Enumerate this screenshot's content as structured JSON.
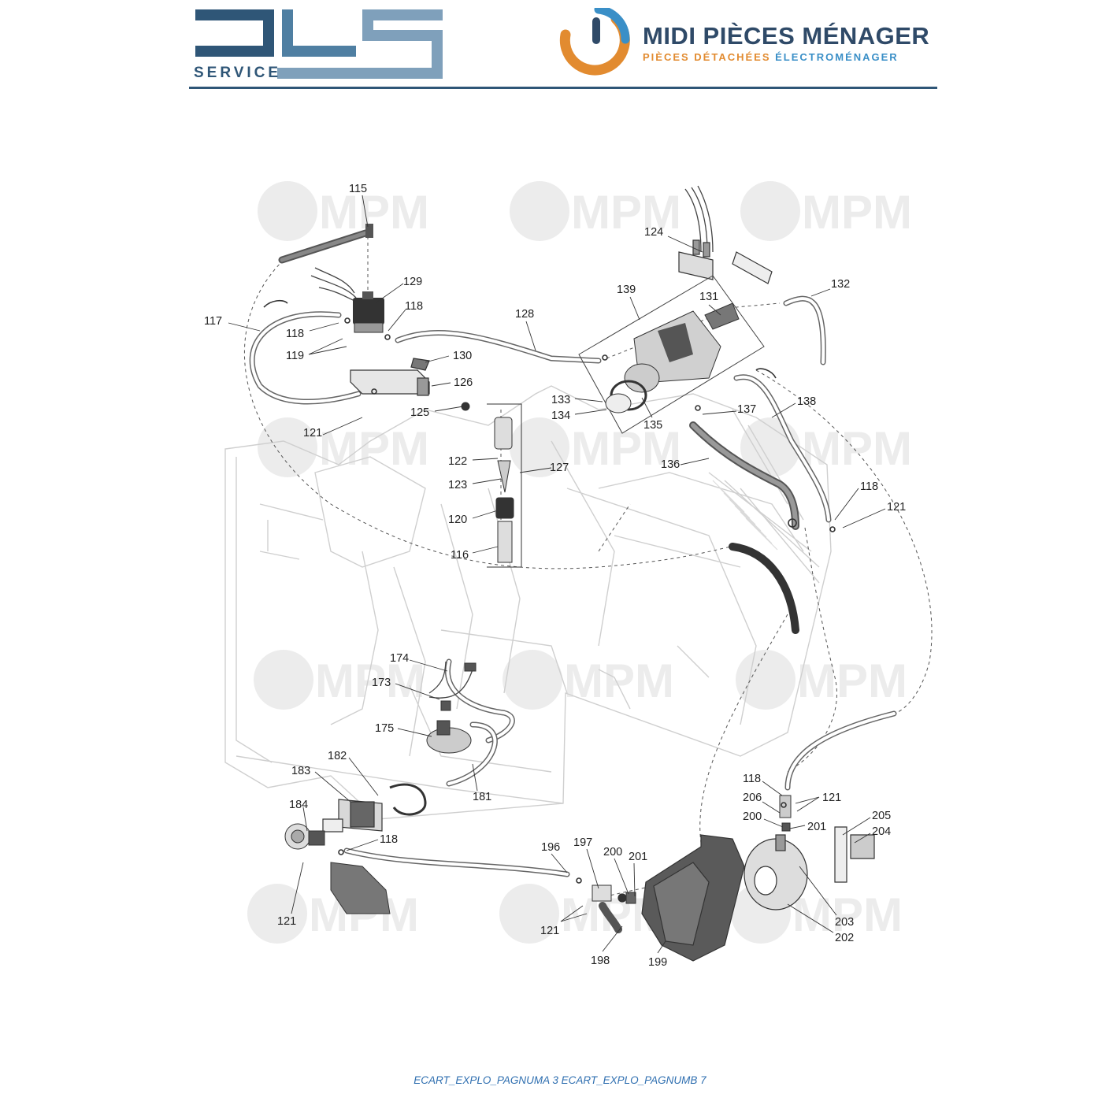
{
  "header": {
    "dls_service": "SERVICE",
    "mpm_title": "MIDI PIÈCES MÉNAGER",
    "mpm_sub_a": "PIÈCES DÉTACHÉES",
    "mpm_sub_b": "ÉLECTROMÉNAGER",
    "watermark": "MPM"
  },
  "colors": {
    "navy": "#2f5677",
    "steel": "#7fa0bb",
    "orange": "#e28b30",
    "blue": "#3a8fc7"
  },
  "callouts": {
    "c115": "115",
    "c129": "129",
    "c118a": "118",
    "c117": "117",
    "c118b": "118",
    "c119": "119",
    "c128": "128",
    "c124": "124",
    "c139": "139",
    "c131": "131",
    "c132": "132",
    "c130": "130",
    "c126": "126",
    "c125": "125",
    "c121a": "121",
    "c133": "133",
    "c134": "134",
    "c135": "135",
    "c137": "137",
    "c138": "138",
    "c122": "122",
    "c127": "127",
    "c123": "123",
    "c136": "136",
    "c118c": "118",
    "c121b": "121",
    "c120": "120",
    "c116": "116",
    "c174": "174",
    "c173": "173",
    "c175": "175",
    "c182": "182",
    "c183": "183",
    "c181": "181",
    "c184": "184",
    "c118d": "118",
    "c196": "196",
    "c197": "197",
    "c200a": "200",
    "c201a": "201",
    "c121c": "121",
    "c121d": "121",
    "c198": "198",
    "c199": "199",
    "c118e": "118",
    "c206": "206",
    "c121e": "121",
    "c200b": "200",
    "c201b": "201",
    "c205": "205",
    "c204": "204",
    "c203": "203",
    "c202": "202"
  },
  "footer": {
    "text": "ECART_EXPLO_PAGNUMA 3 ECART_EXPLO_PAGNUMB 7"
  }
}
